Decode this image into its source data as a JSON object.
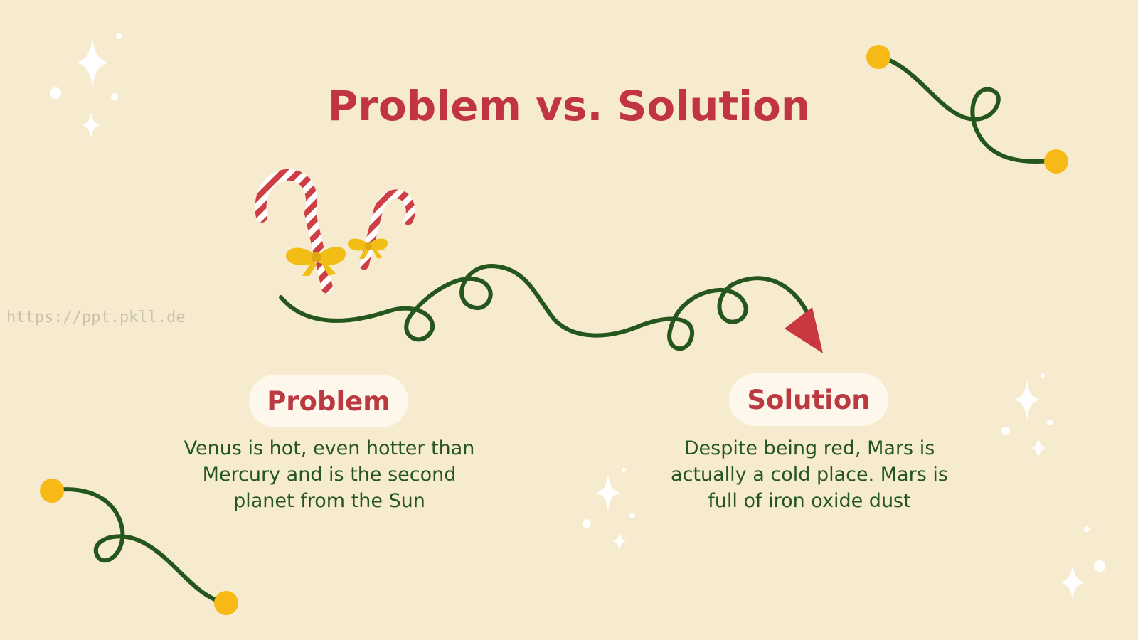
{
  "slide": {
    "title": "Problem vs. Solution",
    "problem": {
      "label": "Problem",
      "text": "Venus is hot, even hotter than Mercury and is the second planet from the Sun"
    },
    "solution": {
      "label": "Solution",
      "text": "Despite being red, Mars is actually a cold place. Mars is full of iron oxide dust"
    },
    "watermark": "https://ppt.pkll.de"
  },
  "colors": {
    "background": "#f7ebcf",
    "accent_red": "#c0353f",
    "green": "#24561d",
    "yellow": "#f6b915",
    "pill": "#fdf7ec"
  },
  "icons": [
    "sparkle-icon",
    "candy-cane-icon",
    "bow-icon",
    "arrow-head-icon",
    "ornament-string-icon"
  ]
}
